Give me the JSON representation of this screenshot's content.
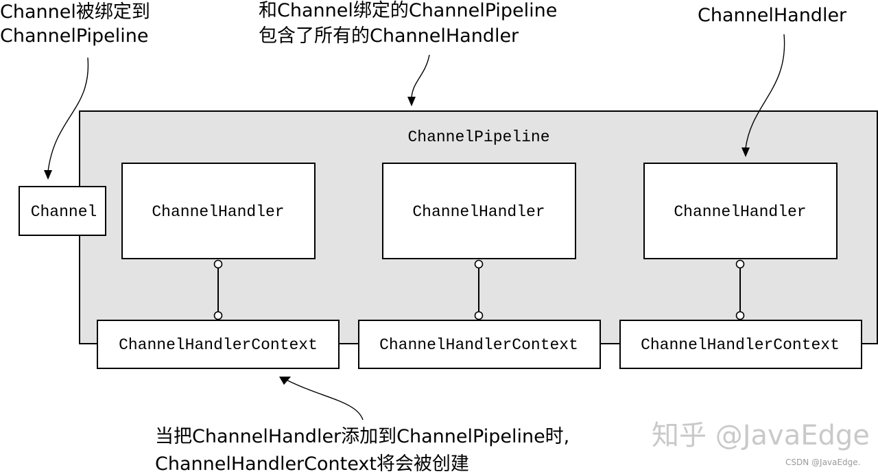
{
  "annotations": {
    "channel_bound_line1": "Channel被绑定到",
    "channel_bound_line2": "ChannelPipeline",
    "pipeline_note_line1": "和Channel绑定的ChannelPipeline",
    "pipeline_note_line2": "包含了所有的ChannelHandler",
    "handler_label": "ChannelHandler",
    "context_note_line1": "当把ChannelHandler添加到ChannelPipeline时,",
    "context_note_line2": "ChannelHandlerContext将会被创建"
  },
  "diagram": {
    "pipeline_title": "ChannelPipeline",
    "channel_box": "Channel",
    "handlers": [
      "ChannelHandler",
      "ChannelHandler",
      "ChannelHandler"
    ],
    "contexts": [
      "ChannelHandlerContext",
      "ChannelHandlerContext",
      "ChannelHandlerContext"
    ]
  },
  "watermark": {
    "main": "知乎 @JavaEdge",
    "corner": "CSDN @JavaEdge."
  }
}
